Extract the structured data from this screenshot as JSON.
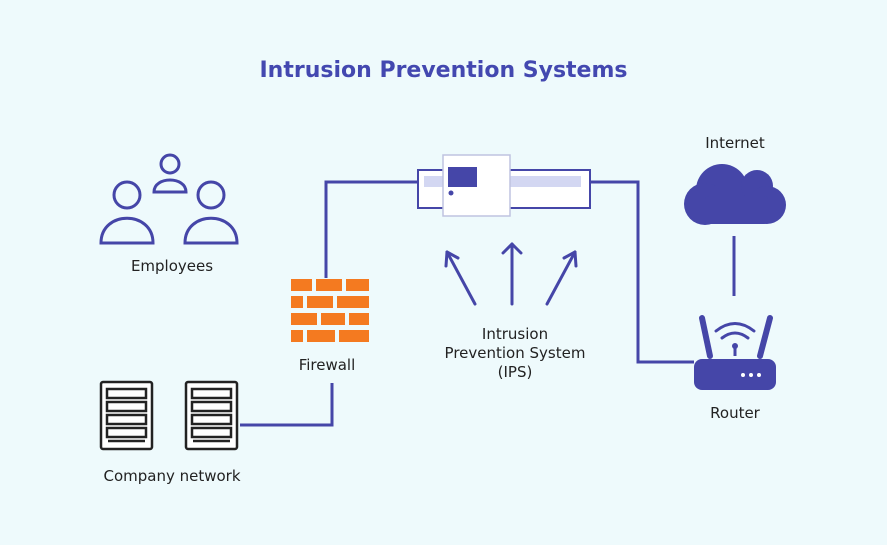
{
  "title": "Intrusion Prevention Systems",
  "nodes": {
    "employees": {
      "label": "Employees",
      "icon": "users-icon"
    },
    "firewall": {
      "label": "Firewall",
      "icon": "brick-wall-icon"
    },
    "company_network": {
      "label": "Company network",
      "icon": "server-rack-icon"
    },
    "ips": {
      "label_lines": [
        "Intrusion",
        "Prevention System",
        "(IPS)"
      ],
      "icon": "ips-appliance-icon"
    },
    "internet": {
      "label": "Internet",
      "icon": "cloud-icon"
    },
    "router": {
      "label": "Router",
      "icon": "wifi-router-icon"
    }
  },
  "colors": {
    "accent": "#4546a8",
    "firewall": "#f47a20",
    "background": "#eefafc",
    "title": "#4348b0"
  }
}
